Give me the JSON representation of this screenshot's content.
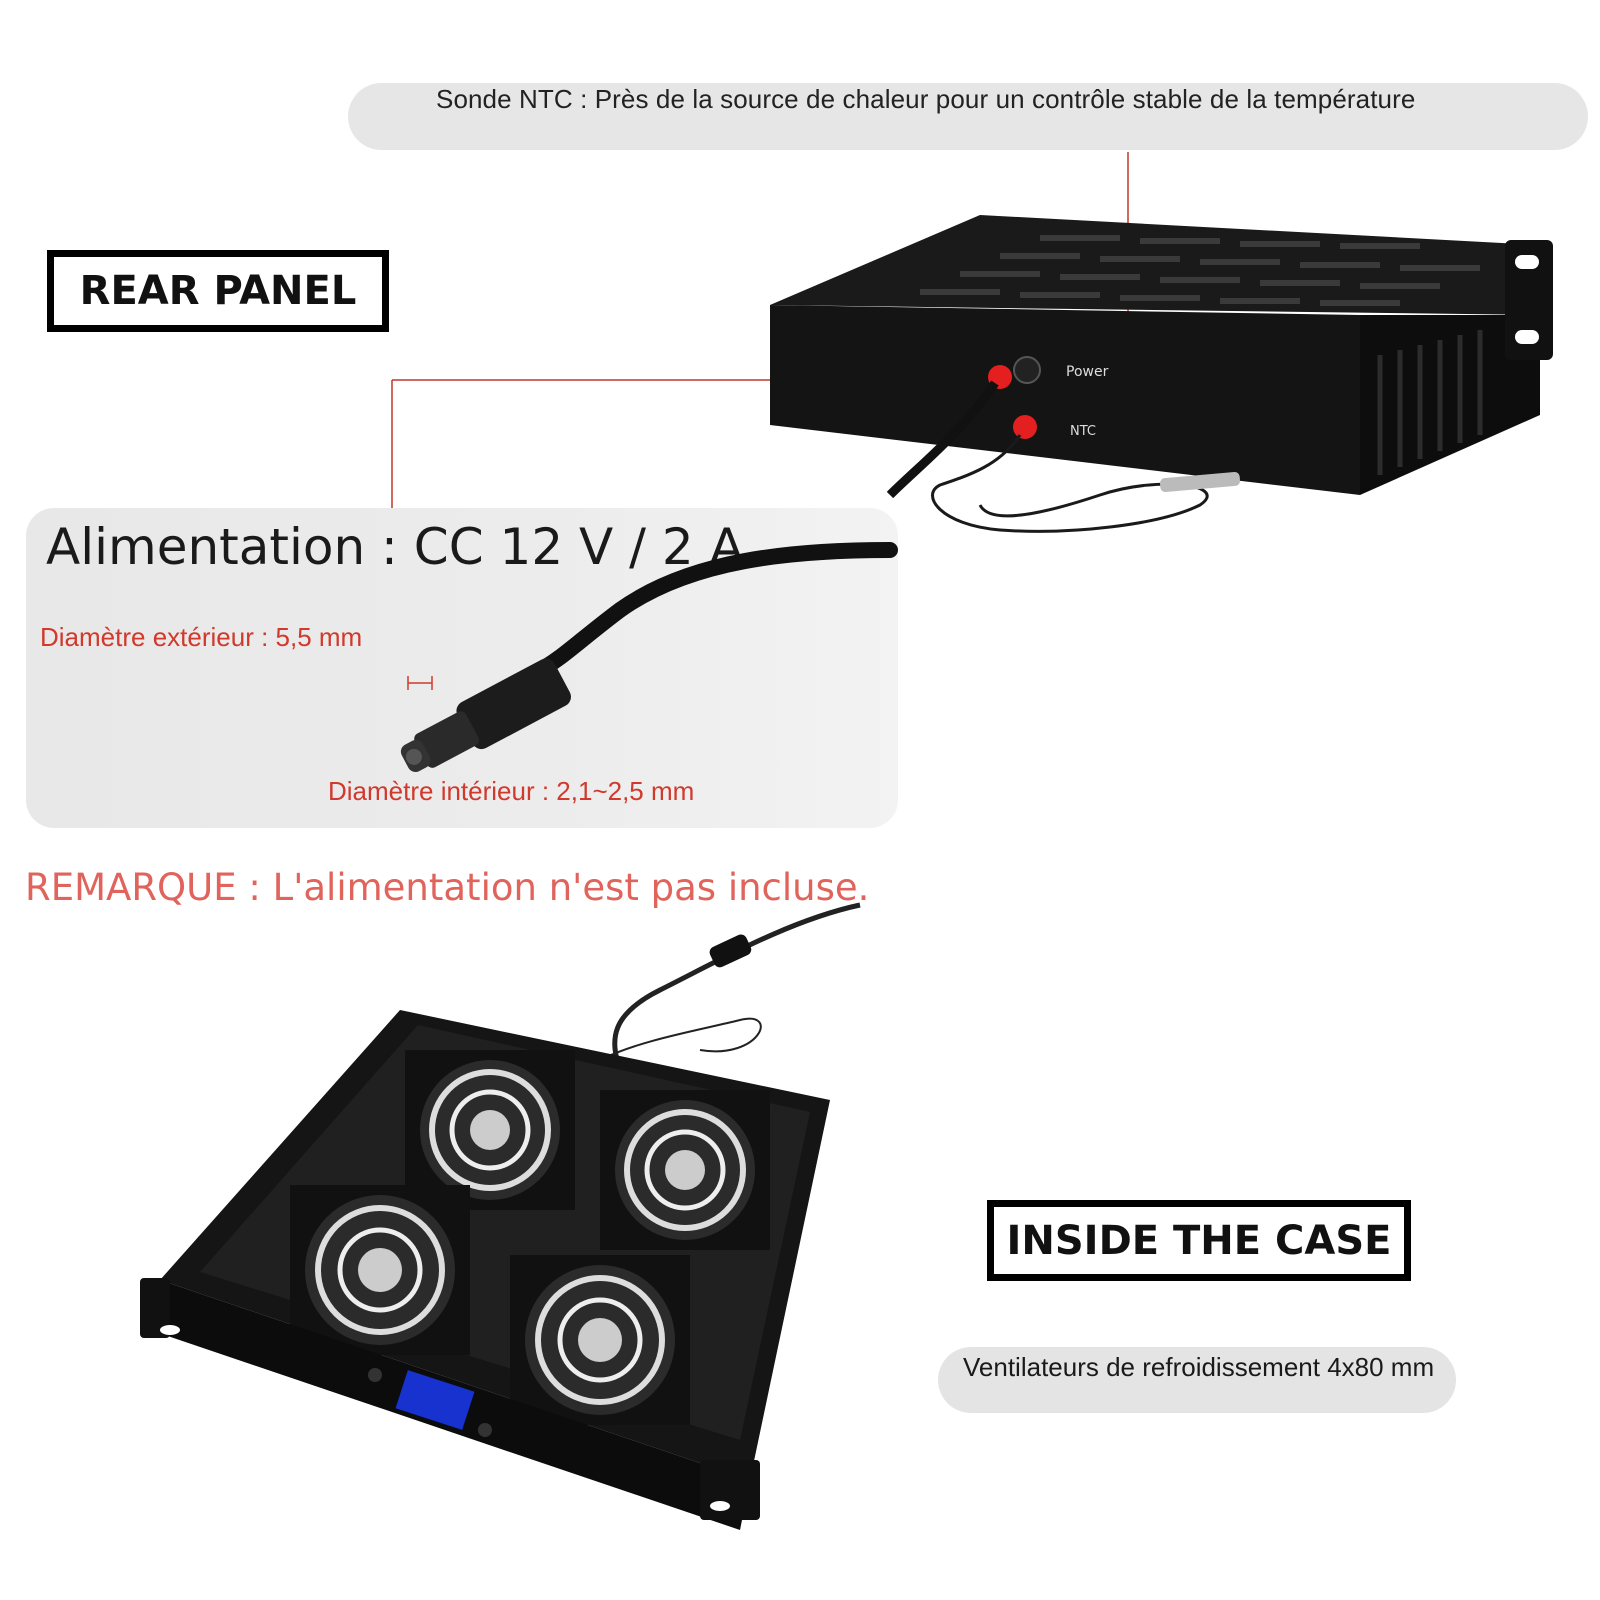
{
  "ntc_callout": {
    "text": "Sonde NTC : Près de la source de chaleur pour un contrôle stable de la température"
  },
  "rear_panel": {
    "label": "REAR PANEL",
    "port_power": "Power",
    "port_ntc": "NTC"
  },
  "power_supply": {
    "title": "Alimentation : CC 12 V / 2 A",
    "outer_diameter": "Diamètre extérieur : 5,5 mm",
    "inner_diameter": "Diamètre intérieur : 2,1~2,5 mm"
  },
  "note": {
    "text": "REMARQUE : L'alimentation n'est pas incluse."
  },
  "inside_case": {
    "label": "INSIDE THE CASE",
    "fans_text": "Ventilateurs de refroidissement 4x80 mm"
  },
  "colors": {
    "accent_red": "#d0392c",
    "note_red": "#e0645c",
    "callout_gray": "#e6e6e6",
    "device_black": "#111111"
  }
}
